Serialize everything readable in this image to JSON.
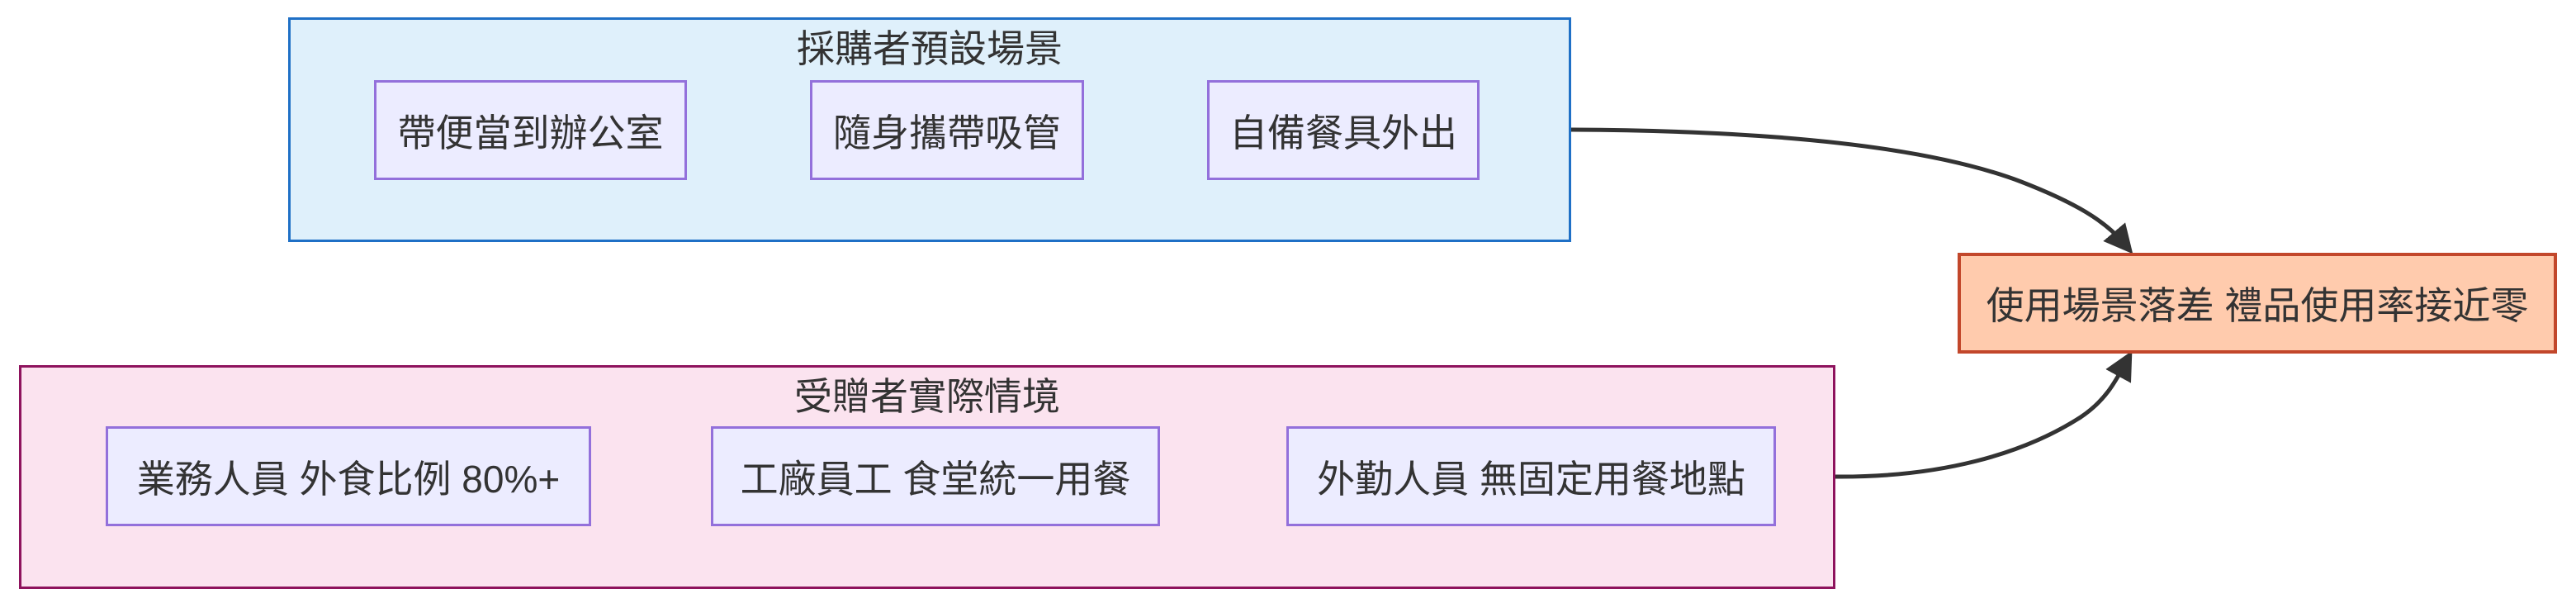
{
  "diagram": {
    "type": "flowchart",
    "background": "#ffffff",
    "text_color": "#333333",
    "edge_color": "#333333",
    "node_style": {
      "fill": "#ececff",
      "border": "#9370db"
    },
    "clusters": [
      {
        "id": "buyer",
        "title": "採購者預設場景",
        "fill": "#dff0fb",
        "border": "#1f70c6",
        "nodes": [
          {
            "label": "帶便當到辦公室"
          },
          {
            "label": "隨身攜帶吸管"
          },
          {
            "label": "自備餐具外出"
          }
        ]
      },
      {
        "id": "recipient",
        "title": "受贈者實際情境",
        "fill": "#fbe3ef",
        "border": "#8e135d",
        "nodes": [
          {
            "label": "業務人員 外食比例 80%+"
          },
          {
            "label": "工廠員工 食堂統一用餐"
          },
          {
            "label": "外勤人員 無固定用餐地點"
          }
        ]
      }
    ],
    "result_node": {
      "label": "使用場景落差 禮品使用率接近零",
      "fill": "#ffcbad",
      "border": "#c2472b"
    },
    "edges": [
      {
        "from": "採購者預設場景",
        "to": "使用場景落差 禮品使用率接近零"
      },
      {
        "from": "受贈者實際情境",
        "to": "使用場景落差 禮品使用率接近零"
      }
    ]
  }
}
